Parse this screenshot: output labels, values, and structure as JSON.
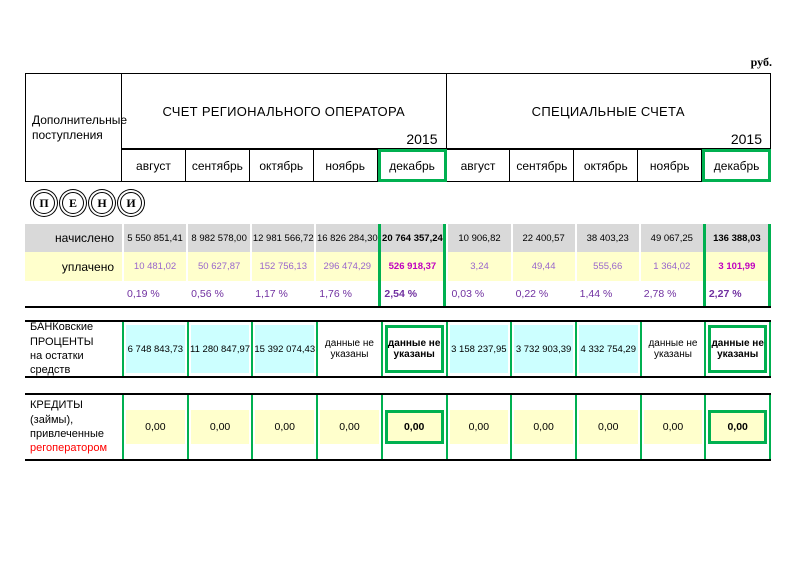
{
  "currency_label": "руб.",
  "table": {
    "corner_title": "Дополнительные поступления",
    "groups": [
      {
        "title": "СЧЕТ РЕГИОНАЛЬНОГО ОПЕРАТОРА",
        "year": "2015"
      },
      {
        "title": "СПЕЦИАЛЬНЫЕ СЧЕТА",
        "year": "2015"
      }
    ],
    "months": [
      "август",
      "сентябрь",
      "октябрь",
      "ноябрь",
      "декабрь"
    ]
  },
  "peni": {
    "l0": "П",
    "l1": "Е",
    "l2": "Н",
    "l3": "И"
  },
  "accrued": {
    "label": "начислено",
    "regional": [
      "5 550 851,41",
      "8 982 578,00",
      "12 981 566,72",
      "16 826 284,30",
      "20 764 357,24"
    ],
    "special": [
      "10 906,82",
      "22 400,57",
      "38 403,23",
      "49 067,25",
      "136 388,03"
    ]
  },
  "paid": {
    "label": "уплачено",
    "regional": [
      "10 481,02",
      "50 627,87",
      "152 756,13",
      "296 474,29",
      "526 918,37"
    ],
    "special": [
      "3,24",
      "49,44",
      "555,66",
      "1 364,02",
      "3 101,99"
    ]
  },
  "percent": {
    "regional": [
      "0,19 %",
      "0,56 %",
      "1,17 %",
      "1,76 %",
      "2,54 %"
    ],
    "special": [
      "0,03 %",
      "0,22 %",
      "1,44 %",
      "2,78 %",
      "2,27 %"
    ]
  },
  "bank": {
    "label_line1": "БАНКовские",
    "label_line2": "ПРОЦЕНТЫ",
    "label_line3": "на остатки средств",
    "regional": [
      "6 748 843,73",
      "11 280 847,97",
      "15 392 074,43",
      "данные не указаны",
      "данные не указаны"
    ],
    "special": [
      "3 158 237,95",
      "3 732 903,39",
      "4 332 754,29",
      "данные не указаны",
      "данные не указаны"
    ]
  },
  "credit": {
    "label_line1": "КРЕДИТЫ (займы),",
    "label_line2": "привлеченные",
    "label_line3": "регоператором",
    "regional": [
      "0,00",
      "0,00",
      "0,00",
      "0,00",
      "0,00"
    ],
    "special": [
      "0,00",
      "0,00",
      "0,00",
      "0,00",
      "0,00"
    ]
  },
  "colors": {
    "accent_green": "#00B050",
    "row_gray": "#D9D9D9",
    "row_yellow": "#FFFFCC",
    "cell_cyan": "#CCFFFF",
    "percent_purple": "#7030A0",
    "paid_purple": "#9966CC",
    "paid_bold_magenta": "#C000C0",
    "label_red": "#FF0000"
  }
}
